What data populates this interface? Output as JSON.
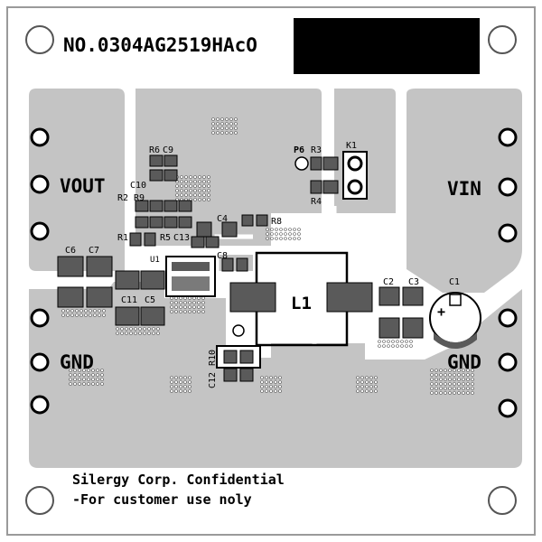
{
  "board": {
    "part_number": "NO.0304AG2519HAcO",
    "footer_line1": "Silergy Corp. Confidential",
    "footer_line2": "-For customer use noly"
  },
  "net_labels": {
    "vout": "VOUT",
    "vin": "VIN",
    "gnd_left": "GND",
    "gnd_right": "GND"
  },
  "designators": {
    "c1": "C1",
    "c2": "C2",
    "c3": "C3",
    "c4": "C4",
    "c5": "C5",
    "c6": "C6",
    "c7": "C7",
    "c8": "C8",
    "c9": "C9",
    "c10": "C10",
    "c11": "C11",
    "c12": "C12",
    "c13": "C13",
    "r1": "R1",
    "r2": "R2",
    "r3": "R3",
    "r4": "R4",
    "r5": "R5",
    "r6": "R6",
    "r8": "R8",
    "r9": "R9",
    "r10": "R10",
    "u1": "U1",
    "l1": "L1",
    "k1": "K1",
    "p6": "P6",
    "polarity": "+"
  },
  "colors": {
    "copper": "#c4c4c4",
    "pad": "#5a5a5a",
    "silk": "#000000",
    "redaction": "#000000",
    "trace": "#ffffff"
  }
}
